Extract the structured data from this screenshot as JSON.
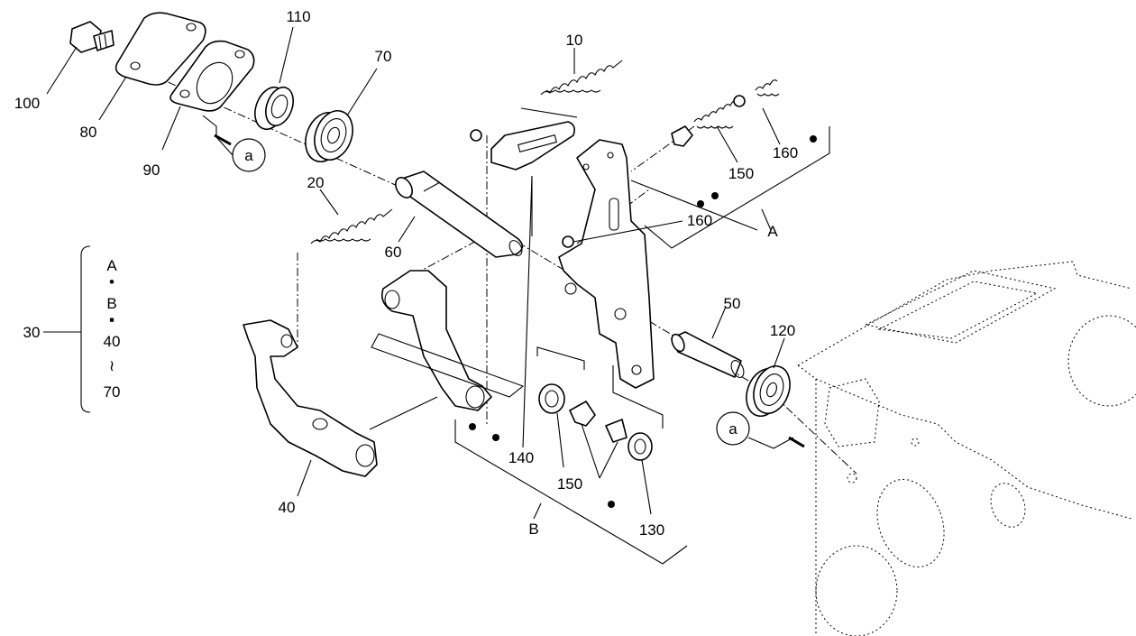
{
  "callouts": {
    "c10": "10",
    "c20": "20",
    "c30": "30",
    "c40": "40",
    "c50": "50",
    "c60": "60",
    "c70": "70",
    "c80": "80",
    "c90": "90",
    "c100": "100",
    "c110": "110",
    "c120": "120",
    "c130": "130",
    "c140": "140",
    "c150a": "150",
    "c150b": "150",
    "c160a": "160",
    "c160b": "160"
  },
  "groups": {
    "a_label": "A",
    "b_label": "B"
  },
  "refs": {
    "ref_a_top": "a",
    "ref_a_bottom": "a"
  },
  "kit_legend": {
    "items": [
      "A",
      "B",
      "40",
      "70"
    ],
    "separators": [
      "•",
      "▪",
      "≀"
    ]
  }
}
